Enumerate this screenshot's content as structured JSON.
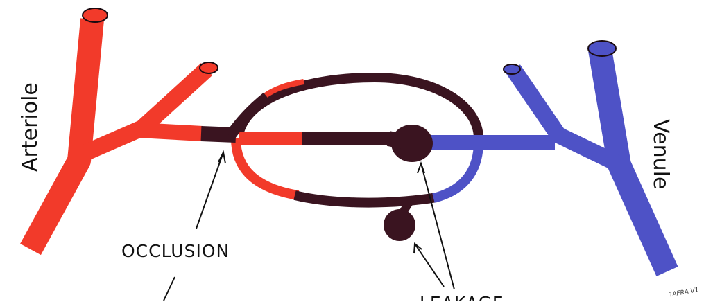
{
  "labels": {
    "arteriole": "Arteriole",
    "venule": "Venule",
    "occlusion": "OCCLUSION",
    "leakage": "LEAKAGE",
    "signature": "TAFRA V1"
  },
  "colors": {
    "arterial": "#f23a2a",
    "venous": "#4e52c6",
    "stagnant": "#3a1420",
    "outline": "#1a0a10"
  }
}
